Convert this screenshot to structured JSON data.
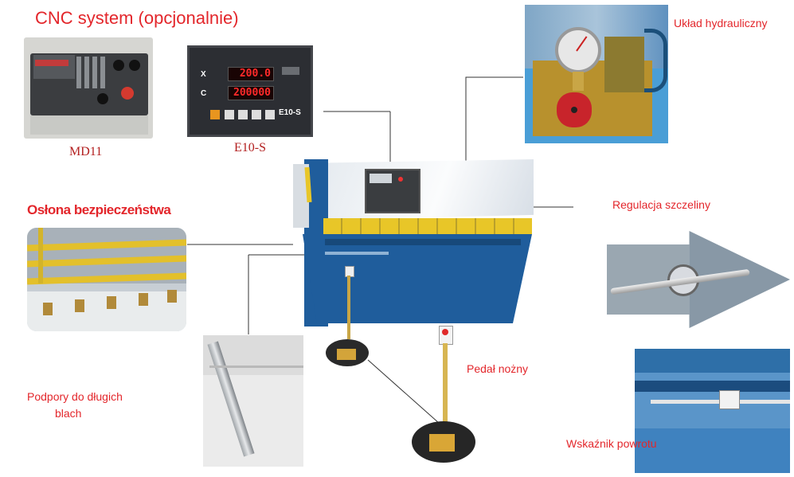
{
  "labels": {
    "cnc_title": "CNC system (opcjonalnie)",
    "md11": "MD11",
    "e10s": "E10-S",
    "uklad": "Układ hydrauliczny",
    "oslona": "Osłona bezpieczeństwa",
    "regulacja": "Regulacja szczeliny",
    "pedal": "Pedał nożny",
    "podpory_line1": "Podpory do długich",
    "podpory_line2": "blach",
    "wskaznik": "Wskaźnik powrotu"
  },
  "e10s_display": {
    "x_label": "X",
    "c_label": "C",
    "x_value": "200.0",
    "c_value": "200000",
    "brand": "E10-S"
  },
  "colors": {
    "accent_red": "#e3262b",
    "machine_blue": "#1f5d9c",
    "machine_white": "#e8edf2",
    "guard_yellow": "#e8c628"
  }
}
